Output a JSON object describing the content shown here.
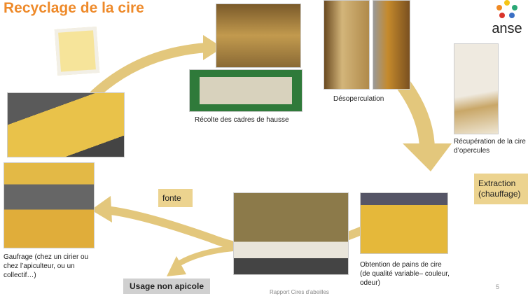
{
  "title": "Recyclage de la cire",
  "logo": {
    "text": "anse"
  },
  "steps": {
    "recolte": "Récolte des cadres de hausse",
    "desoperculation": "Désoperculation",
    "recuperation": "Récupération de la cire d’opercules",
    "extraction": "Extraction (chauffage)",
    "obtention": "Obtention de pains de cire (de qualité variable– couleur, odeur)",
    "fonte": "fonte",
    "gaufrage": "Gaufrage (chez un cirier ou chez l’apiculteur, ou un collectif…)",
    "usage": "Usage non apicole"
  },
  "footer": {
    "source": "Rapport Cires d’abeilles",
    "page": "5"
  },
  "colors": {
    "title": "#ee8a2a",
    "arrow": "#e3c77c",
    "tag": "#ecd38f"
  }
}
